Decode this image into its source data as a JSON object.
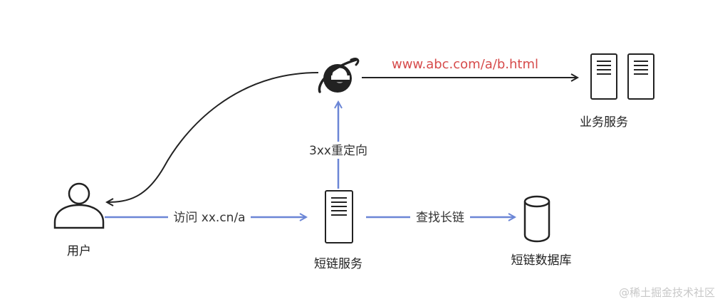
{
  "nodes": {
    "browser": {
      "icon": "ie-browser-icon"
    },
    "business": {
      "label": "业务服务",
      "icon": "server-rack-icon"
    },
    "user": {
      "label": "用户",
      "icon": "user-icon"
    },
    "short_service": {
      "label": "短链服务",
      "icon": "server-icon"
    },
    "database": {
      "label": "短链数据库",
      "icon": "database-icon"
    }
  },
  "edges": {
    "user_to_short": {
      "label": "访问 xx.cn/a"
    },
    "short_to_db": {
      "label": "查找长链"
    },
    "short_to_browser": {
      "label": "3xx重定向"
    },
    "browser_to_business": {
      "label": "www.abc.com/a/b.html"
    }
  },
  "watermark": "@稀土掘金技术社区",
  "colors": {
    "blue": "#6b86d6",
    "url_red": "#d64b4b",
    "stroke": "#222222"
  }
}
